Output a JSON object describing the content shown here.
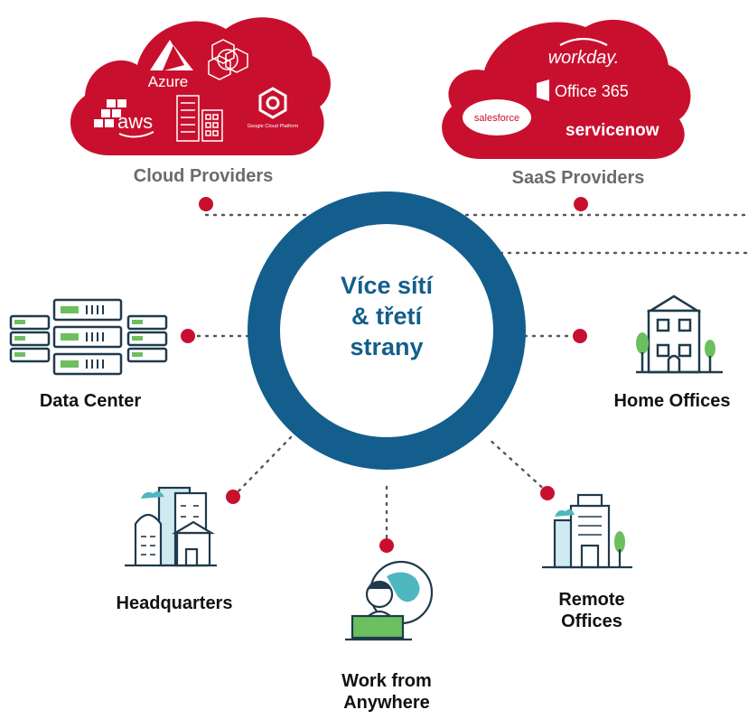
{
  "hub": {
    "line1": "Více sítí",
    "line2": "& třetí",
    "line3": "strany"
  },
  "cloud_providers": {
    "label": "Cloud Providers",
    "logos": {
      "azure": "Azure",
      "aws": "aws",
      "gcp": "Google Cloud Platform"
    }
  },
  "saas_providers": {
    "label": "SaaS Providers",
    "logos": {
      "workday": "workday.",
      "office": "Office 365",
      "salesforce": "salesforce",
      "servicenow": "servicenow"
    }
  },
  "nodes": {
    "data_center": "Data Center",
    "home_offices": "Home Offices",
    "headquarters": "Headquarters",
    "work_from_anywhere_1": "Work from",
    "work_from_anywhere_2": "Anywhere",
    "remote_offices_1": "Remote",
    "remote_offices_2": "Offices"
  },
  "colors": {
    "brand_red": "#c8102e",
    "ring_blue": "#135e8c",
    "icon_navy": "#1f3a4d",
    "icon_green": "#6cbf5e",
    "icon_teal": "#4fb7c0"
  }
}
